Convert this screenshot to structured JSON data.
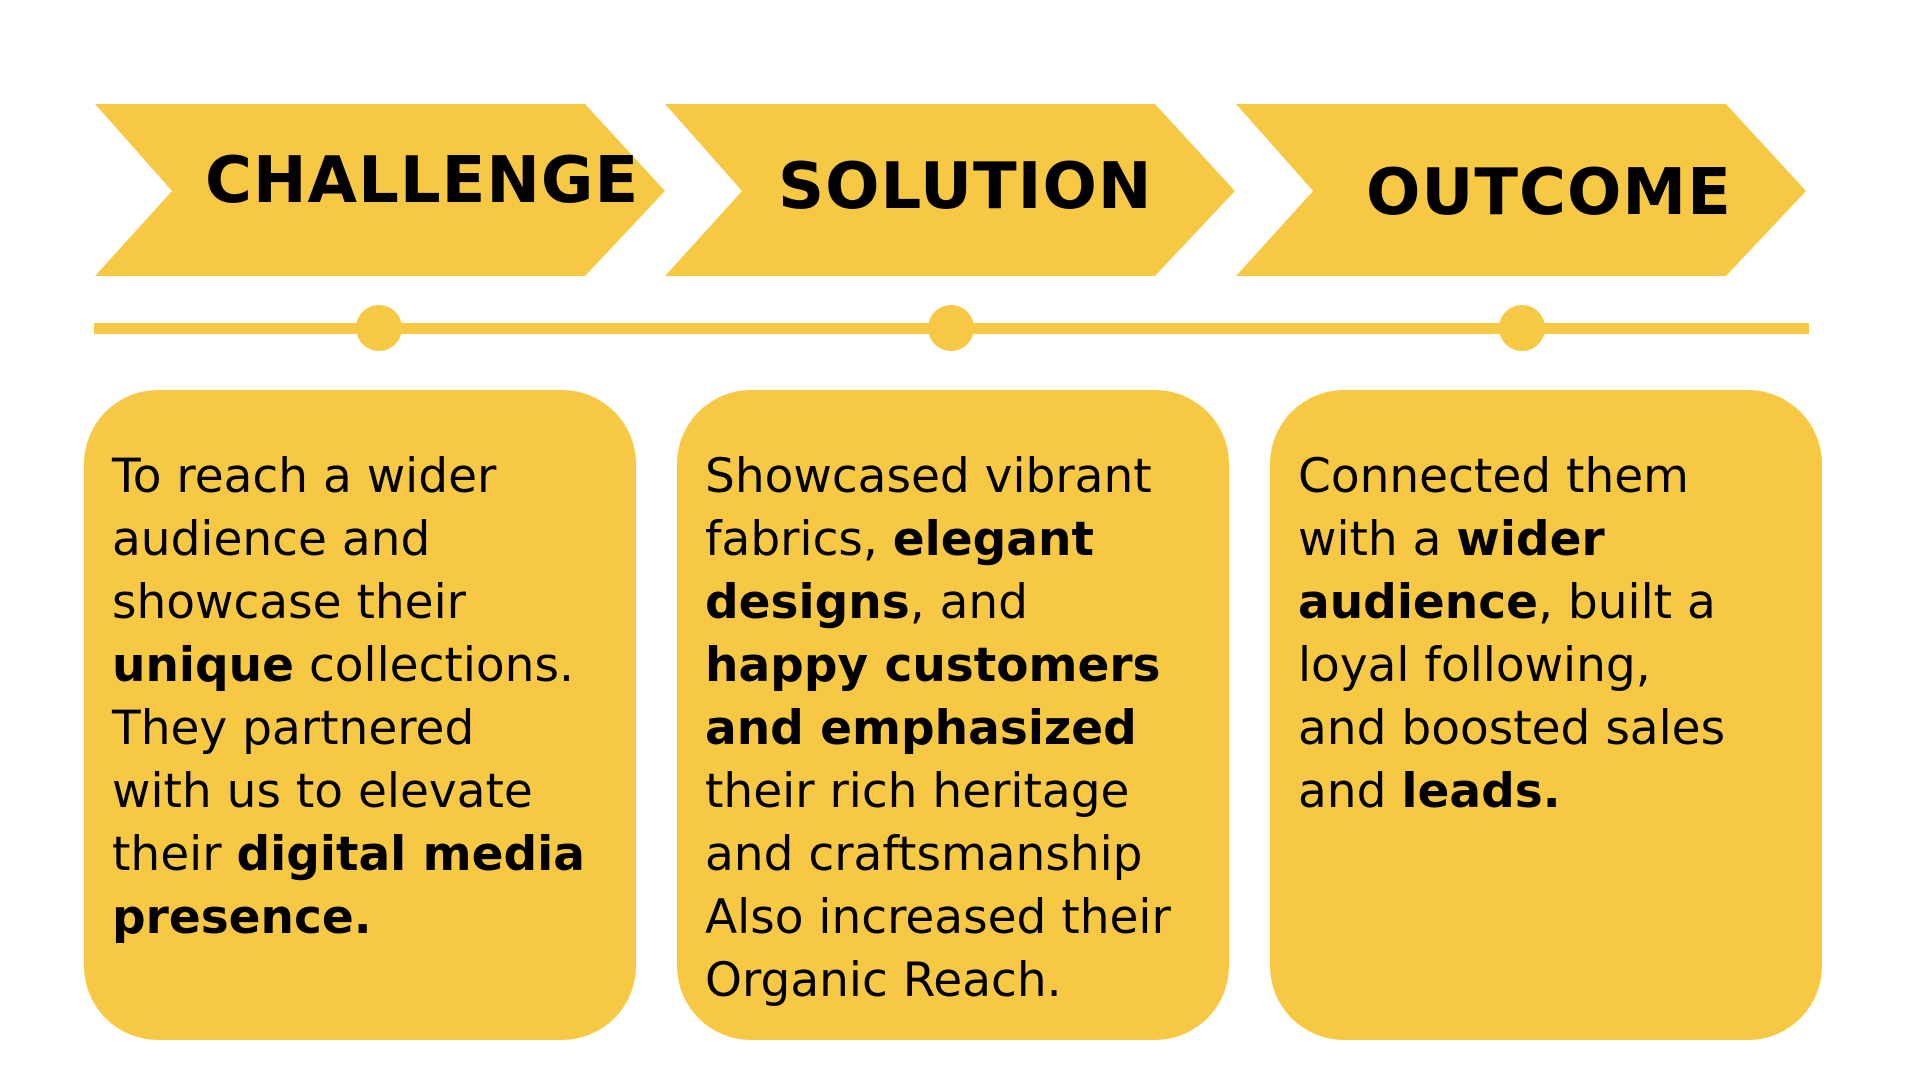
{
  "theme": {
    "accent": "#F6C844",
    "text": "#000000",
    "background": "#FFFFFF"
  },
  "steps": [
    {
      "title": "CHALLENGE",
      "body": [
        [
          {
            "t": "To reach a wider"
          }
        ],
        [
          {
            "t": "audience and"
          }
        ],
        [
          {
            "t": "showcase their"
          }
        ],
        [
          {
            "t": "unique",
            "bold": true
          },
          {
            "t": " collections."
          }
        ],
        [
          {
            "t": "They partnered"
          }
        ],
        [
          {
            "t": "with us to elevate"
          }
        ],
        [
          {
            "t": "their "
          },
          {
            "t": "digital media",
            "bold": true
          }
        ],
        [
          {
            "t": "presence.",
            "bold": true
          }
        ]
      ]
    },
    {
      "title": "SOLUTION",
      "body": [
        [
          {
            "t": "Showcased vibrant"
          }
        ],
        [
          {
            "t": "fabrics, "
          },
          {
            "t": "elegant",
            "bold": true
          }
        ],
        [
          {
            "t": "designs",
            "bold": true
          },
          {
            "t": ", and"
          }
        ],
        [
          {
            "t": "happy customers",
            "bold": true
          }
        ],
        [
          {
            "t": "and emphasized",
            "bold": true
          }
        ],
        [
          {
            "t": "their rich heritage"
          }
        ],
        [
          {
            "t": "and craftsmanship"
          }
        ],
        [
          {
            "t": "Also increased their"
          }
        ],
        [
          {
            "t": "Organic Reach."
          }
        ]
      ]
    },
    {
      "title": "OUTCOME",
      "body": [
        [
          {
            "t": "Connected them"
          }
        ],
        [
          {
            "t": "with a "
          },
          {
            "t": "wider",
            "bold": true
          }
        ],
        [
          {
            "t": "audience",
            "bold": true
          },
          {
            "t": ", built a"
          }
        ],
        [
          {
            "t": "loyal following,"
          }
        ],
        [
          {
            "t": "and boosted sales"
          }
        ],
        [
          {
            "t": "and "
          },
          {
            "t": "leads.",
            "bold": true
          }
        ]
      ]
    }
  ]
}
